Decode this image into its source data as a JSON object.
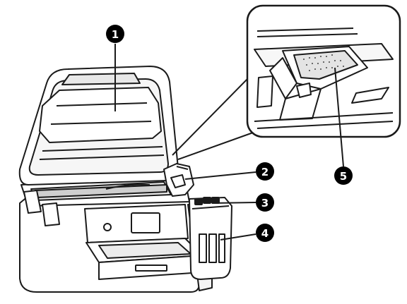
{
  "figure": {
    "subject": "printer-interior-diagram",
    "callouts": [
      {
        "number": "1",
        "part": "scanner-unit"
      },
      {
        "number": "2",
        "part": "ink-bottle-cap"
      },
      {
        "number": "3",
        "part": "ink-tank-cap"
      },
      {
        "number": "4",
        "part": "ink-tank"
      },
      {
        "number": "5",
        "part": "print-head-cover-detail"
      }
    ]
  },
  "colors": {
    "line": "#1a1a1a",
    "background": "#ffffff",
    "shading": "#d9d9d9",
    "callout_fill": "#000000",
    "callout_text": "#ffffff"
  }
}
